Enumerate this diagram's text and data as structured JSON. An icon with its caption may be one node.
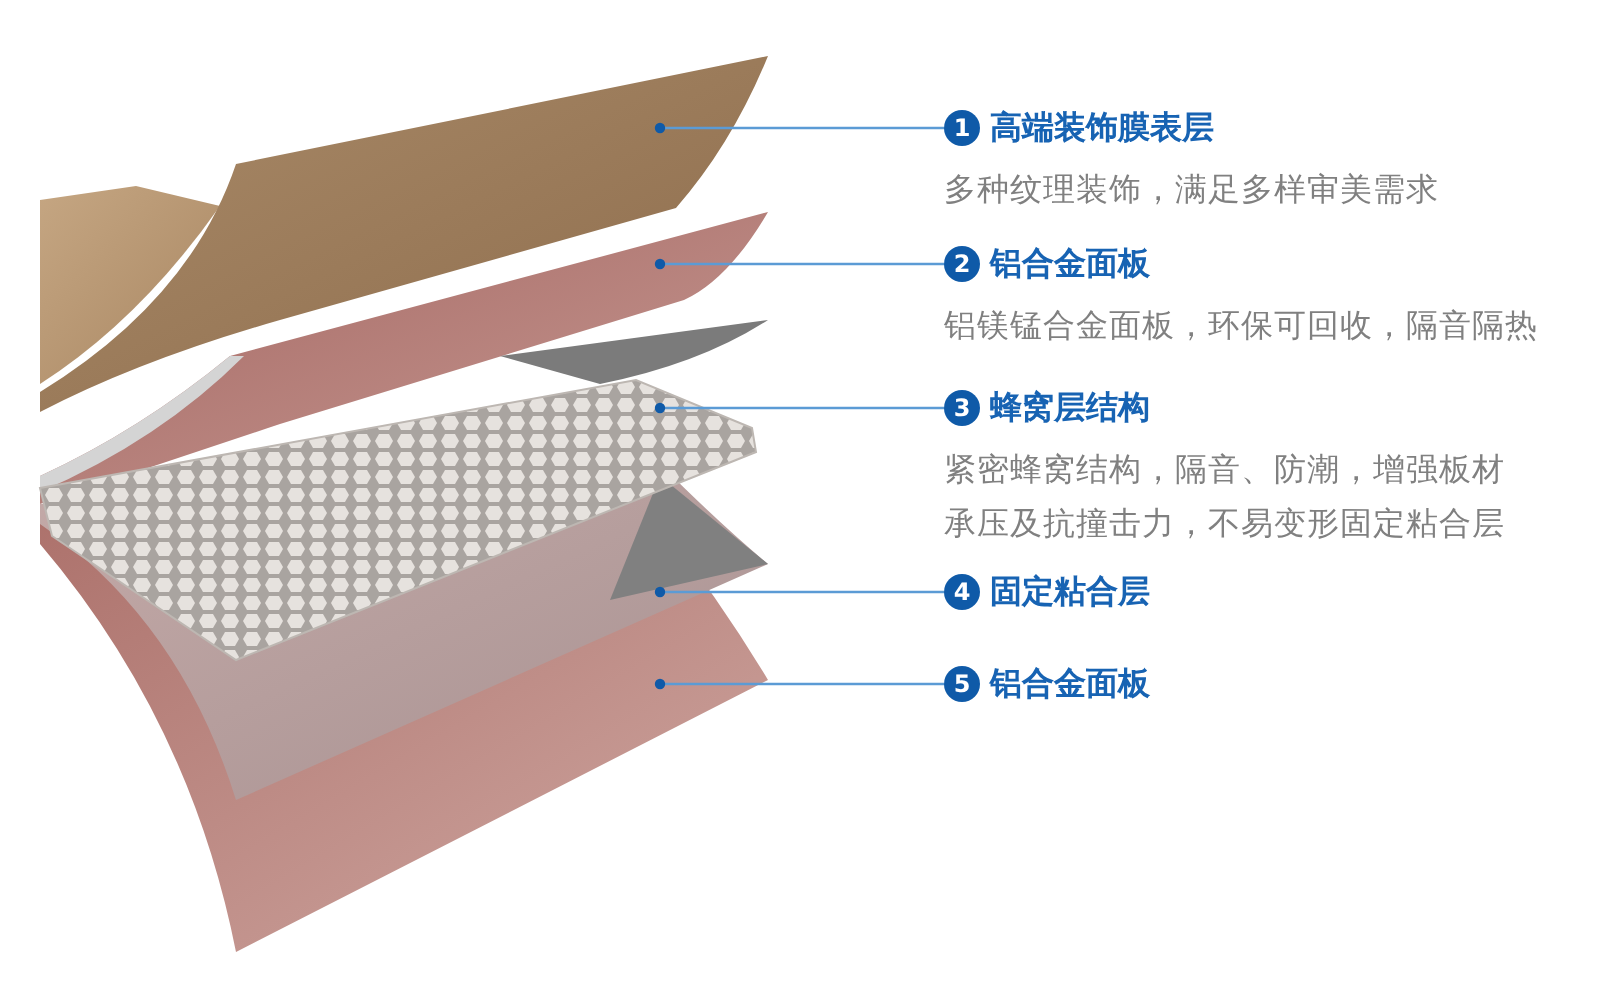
{
  "diagram": {
    "nodes": [
      {
        "text": [
          "1",
          "高端装饰膜表层",
          "多种纹理装饰，满足多样审美需求"
        ]
      },
      {
        "text": [
          "2",
          "铝合金面板",
          "铝镁锰合金面板，环保可回收，隔音隔热"
        ]
      },
      {
        "text": [
          "3",
          "蜂窝层结构",
          "紧密蜂窝结构，隔音、防潮，增强板材承压及抗撞击力，不易变形固定粘合层"
        ]
      },
      {
        "text": [
          "4",
          "固定粘合层"
        ]
      },
      {
        "text": [
          "5",
          "铝合金面板"
        ]
      },
      {
        "text": [],
        "shape": "picture"
      },
      {
        "text": [],
        "shape": "picture"
      },
      {
        "text": [],
        "shape": "picture"
      },
      {
        "text": [],
        "shape": "picture"
      },
      {
        "text": [],
        "shape": "picture"
      }
    ],
    "edges": [
      {
        "from": 0,
        "to": 5,
        "arrow": "other"
      },
      {
        "from": 1,
        "to": 6,
        "arrow": "other"
      },
      {
        "from": 2,
        "to": 7,
        "arrow": "other"
      },
      {
        "from": 3,
        "to": 8,
        "arrow": "other"
      },
      {
        "from": 4,
        "to": 9,
        "arrow": "other"
      }
    ]
  }
}
